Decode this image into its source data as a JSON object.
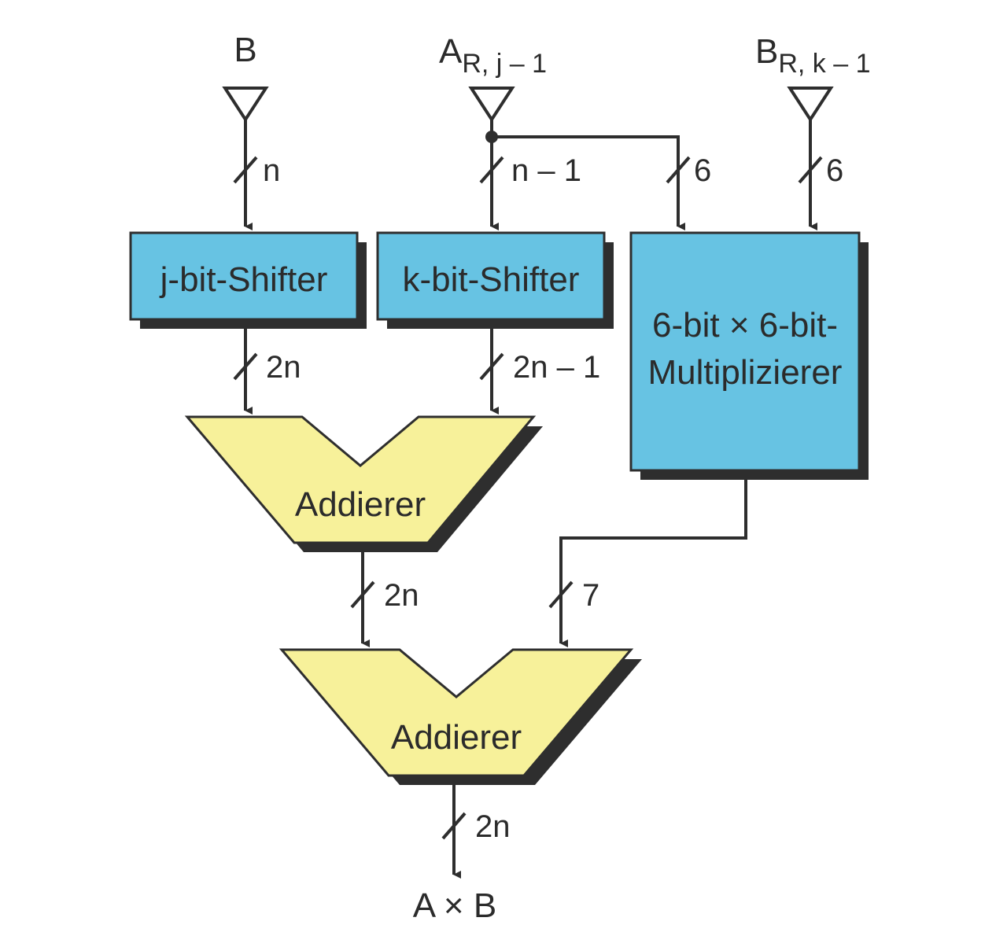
{
  "inputs": {
    "b": "B",
    "a_main": "A",
    "a_sub": "R, j – 1",
    "br_main": "B",
    "br_sub": "R, k – 1"
  },
  "bus_widths": {
    "b_in": "n",
    "a_in": "n – 1",
    "a_to_mult": "6",
    "br_in": "6",
    "jshift_out": "2n",
    "kshift_out": "2n – 1",
    "adder1_out": "2n",
    "mult_out": "7",
    "final_out": "2n"
  },
  "blocks": {
    "j_shifter": "j-bit-Shifter",
    "k_shifter": "k-bit-Shifter",
    "multiplier_line1": "6-bit × 6-bit-",
    "multiplier_line2": "Multiplizierer",
    "adder1": "Addierer",
    "adder2": "Addierer"
  },
  "output": "A × B",
  "colors": {
    "block_fill": "#67c3e3",
    "adder_fill": "#f7f19a",
    "line": "#2e2e2e"
  }
}
